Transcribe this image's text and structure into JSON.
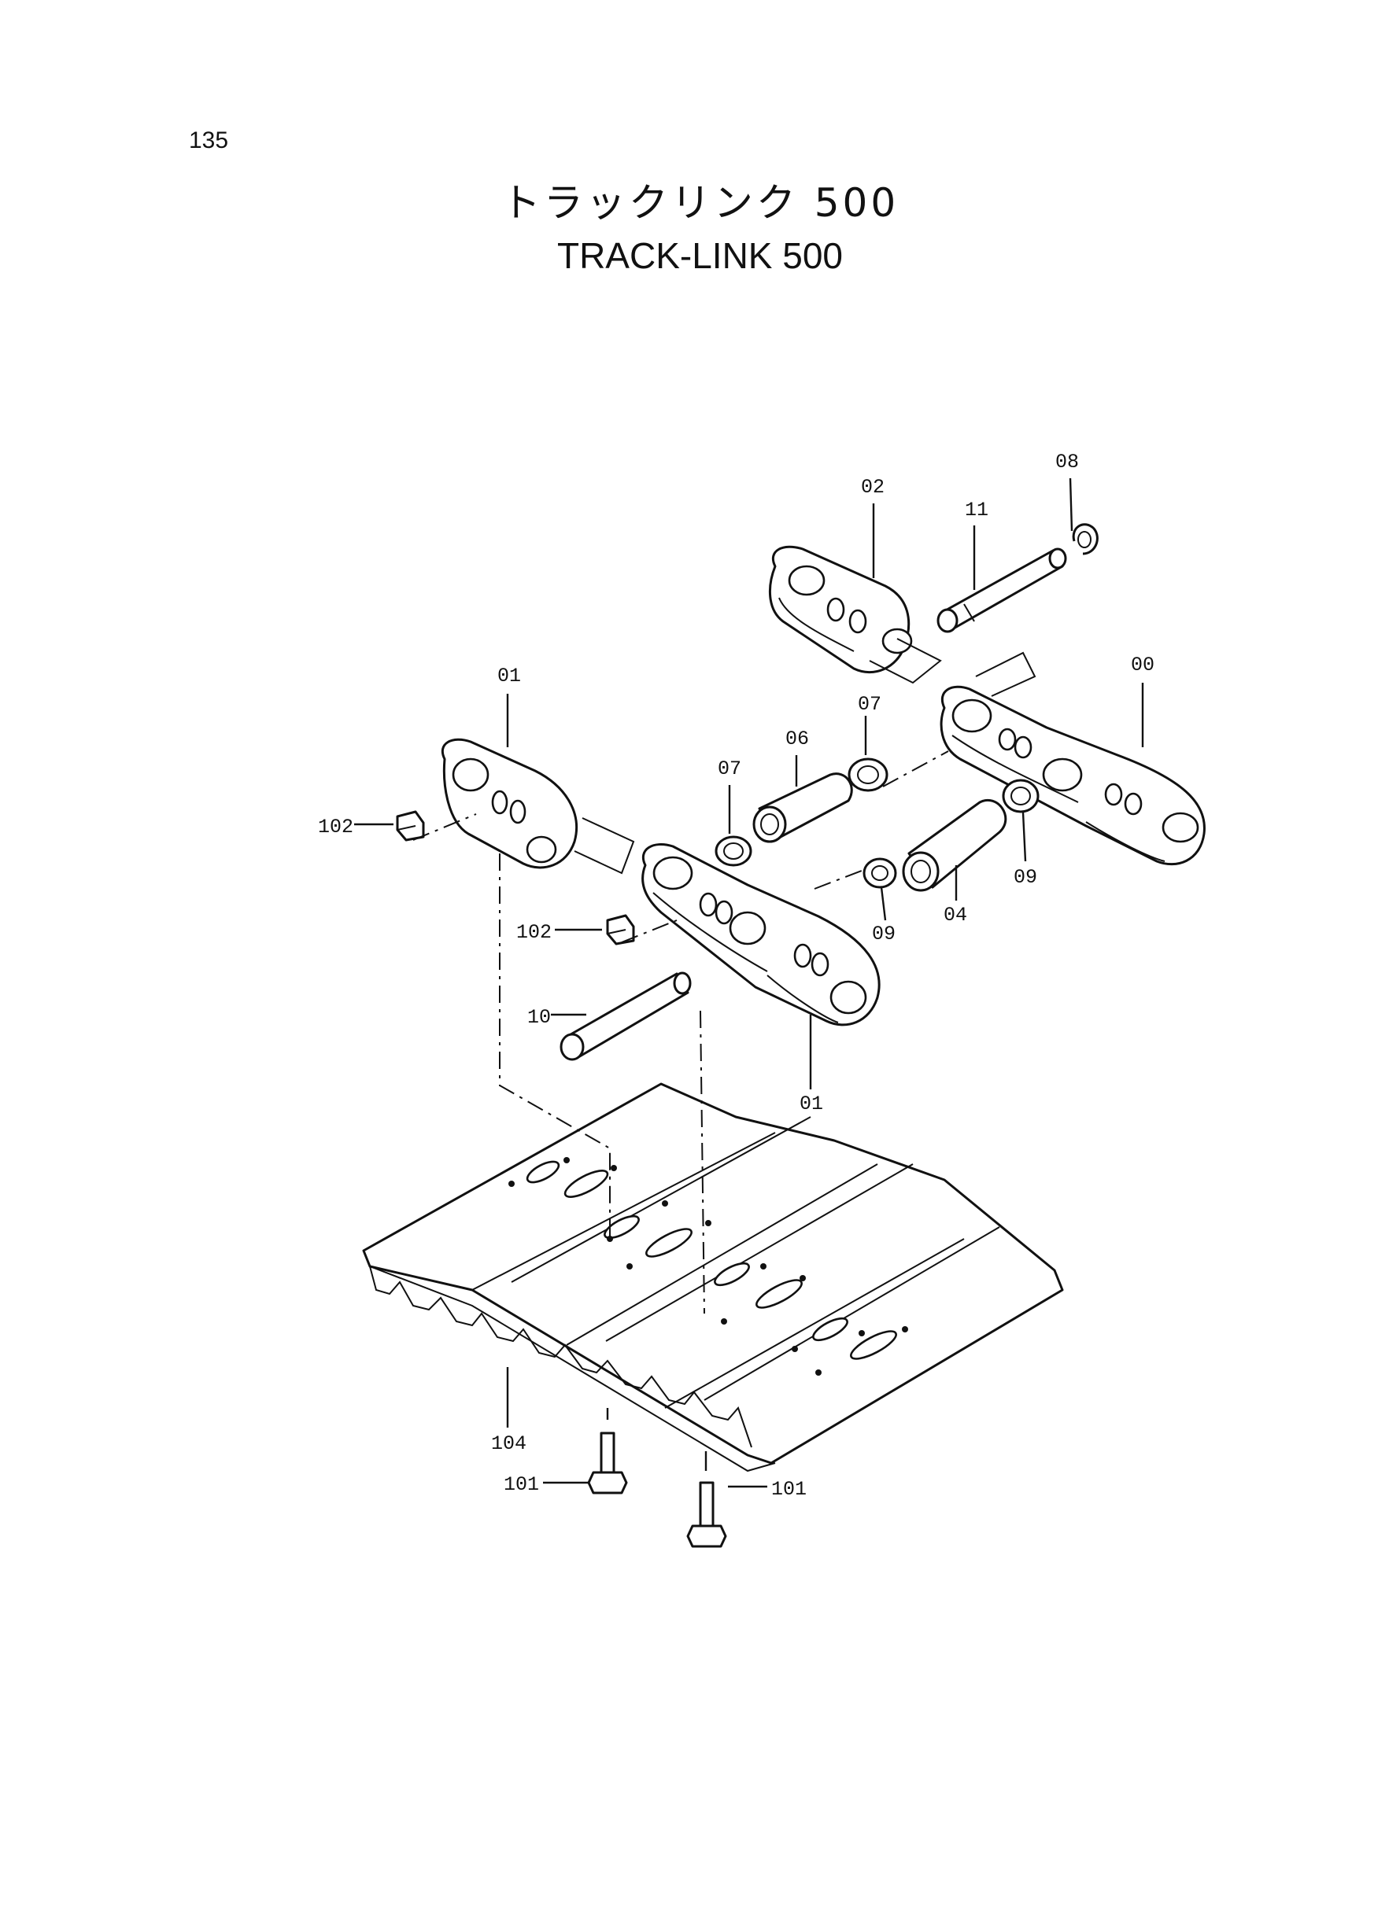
{
  "page_number": "135",
  "title_jp": "トラックリンク 500",
  "title_en": "TRACK-LINK 500",
  "callouts": {
    "c00": "00",
    "c01_top": "01",
    "c01_bottom": "01",
    "c02": "02",
    "c04": "04",
    "c06": "06",
    "c07_left": "07",
    "c07_right": "07",
    "c08": "08",
    "c09_left": "09",
    "c09_right": "09",
    "c10": "10",
    "c11": "11",
    "c101_left": "101",
    "c101_right": "101",
    "c102_top": "102",
    "c102_bottom": "102",
    "c104": "104"
  }
}
